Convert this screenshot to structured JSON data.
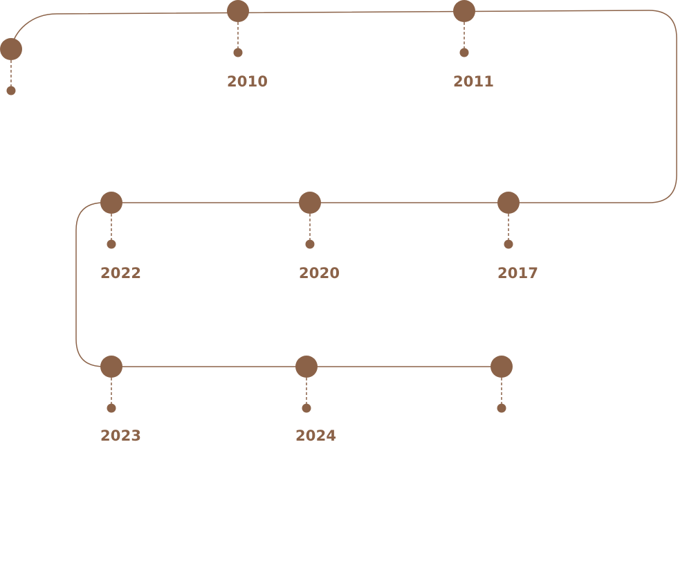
{
  "timeline": {
    "color": "#8B6248",
    "milestones": [
      {
        "year": ""
      },
      {
        "year": "2010"
      },
      {
        "year": "2011"
      },
      {
        "year": "2017"
      },
      {
        "year": "2020"
      },
      {
        "year": "2022"
      },
      {
        "year": "2023"
      },
      {
        "year": "2024"
      },
      {
        "year": ""
      }
    ]
  }
}
